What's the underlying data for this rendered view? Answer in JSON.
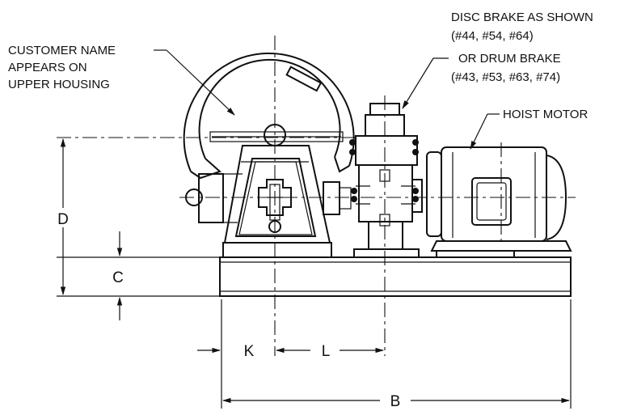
{
  "callouts": {
    "customer_name": [
      "CUSTOMER NAME",
      "APPEARS ON",
      "UPPER HOUSING"
    ],
    "brake": [
      "DISC BRAKE AS SHOWN",
      "(#44, #54, #64)",
      "OR DRUM BRAKE",
      "(#43, #53, #63, #74)"
    ],
    "hoist_motor": "HOIST MOTOR"
  },
  "dimensions": {
    "b": "B",
    "c": "C",
    "d": "D",
    "k": "K",
    "l": "L"
  }
}
